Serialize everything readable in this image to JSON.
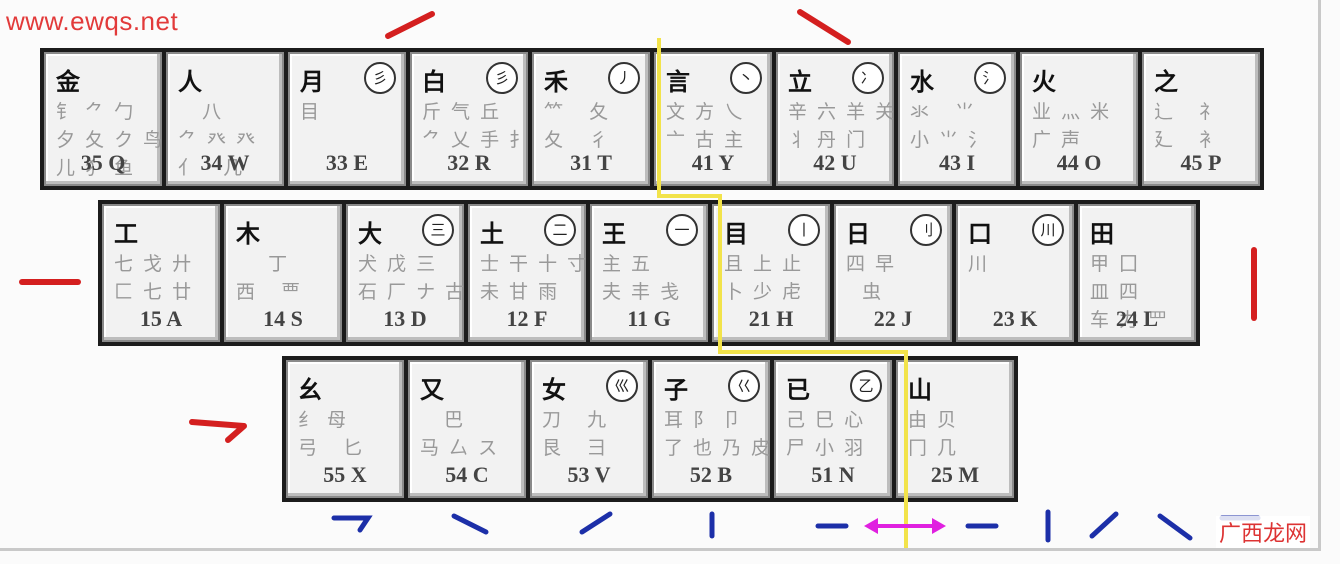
{
  "watermark": "www.ewqs.net",
  "logo": "广西龙网",
  "colors": {
    "zone_divider": "#f2e34a",
    "stroke_mark_red": "#d41f1f",
    "stroke_mark_blue": "#1c2fa8",
    "arrow_magenta": "#e020e0"
  },
  "rows": [
    {
      "keys": [
        {
          "id": "q",
          "main": "金",
          "aux": "钅 ⺈ 勹\n夕 夂 ク 鸟\n儿 犭 鱼",
          "stroke": "",
          "code": "35 Q"
        },
        {
          "id": "w",
          "main": "人",
          "aux": "   八\n⺈ 癶 癶\n亻   几",
          "stroke": "",
          "code": "34 W"
        },
        {
          "id": "e",
          "main": "月",
          "aux": "目 ",
          "stroke": "彡",
          "code": "33 E"
        },
        {
          "id": "r",
          "main": "白",
          "aux": "斤 气 丘\n⺈ 乂 手 扌",
          "stroke": "彡",
          "code": "32 R"
        },
        {
          "id": "t",
          "main": "禾",
          "aux": "⺮   夂\n夂   彳",
          "stroke": "丿",
          "code": "31 T"
        },
        {
          "id": "y",
          "main": "言",
          "aux": "文 方 乀\n亠 古 主",
          "stroke": "丶",
          "code": "41 Y"
        },
        {
          "id": "u",
          "main": "立",
          "aux": "辛 六 羊 关\n丬 丹 门",
          "stroke": "冫",
          "code": "42 U"
        },
        {
          "id": "i",
          "main": "水",
          "aux": "氺   ⺌\n小 ⺌ 氵",
          "stroke": "氵",
          "code": "43 I"
        },
        {
          "id": "o",
          "main": "火",
          "aux": "业 灬 米\n广 声",
          "stroke": "",
          "code": "44 O"
        },
        {
          "id": "p",
          "main": "之",
          "aux": "辶   礻\n廴   衤",
          "stroke": "",
          "code": "45 P"
        }
      ]
    },
    {
      "keys": [
        {
          "id": "a",
          "main": "工",
          "aux": "七 戈 廾\n匚 七 廿",
          "stroke": "",
          "code": "15 A"
        },
        {
          "id": "s",
          "main": "木",
          "aux": "    丁\n西   覀",
          "stroke": "",
          "code": "14 S"
        },
        {
          "id": "d",
          "main": "大",
          "aux": "犬 戊 三\n石 厂 ナ 古",
          "stroke": "三",
          "code": "13 D"
        },
        {
          "id": "f",
          "main": "土",
          "aux": "士 干 十 寸\n未 甘 雨",
          "stroke": "二",
          "code": "12 F"
        },
        {
          "id": "g",
          "main": "王",
          "aux": "主 五\n夫 丰 戋",
          "stroke": "一",
          "code": "11 G"
        },
        {
          "id": "h",
          "main": "目",
          "aux": "且 上 止\n卜 少 虍",
          "stroke": "丨",
          "code": "21 H"
        },
        {
          "id": "j",
          "main": "日",
          "aux": "四 早\n  虫",
          "stroke": "刂",
          "code": "22 J"
        },
        {
          "id": "k",
          "main": "口",
          "aux": "川",
          "stroke": "川",
          "code": "23 K"
        },
        {
          "id": "l",
          "main": "田",
          "aux": "甲 囗\n皿 四\n车 力 罒",
          "stroke": "",
          "code": "24 L"
        }
      ]
    },
    {
      "keys": [
        {
          "id": "x",
          "main": "幺",
          "aux": "纟 母\n弓   匕",
          "stroke": "",
          "code": "55 X"
        },
        {
          "id": "c",
          "main": "又",
          "aux": "   巴\n马 厶 ス",
          "stroke": "",
          "code": "54 C"
        },
        {
          "id": "v",
          "main": "女",
          "aux": "刀   九\n艮   彐",
          "stroke": "巛",
          "code": "53 V"
        },
        {
          "id": "b",
          "main": "子",
          "aux": "耳 阝 卩\n了 也 乃 皮",
          "stroke": "巜",
          "code": "52 B"
        },
        {
          "id": "n",
          "main": "已",
          "aux": "己 巳 心\n尸 小 羽",
          "stroke": "乙",
          "code": "51 N"
        },
        {
          "id": "m",
          "main": "山",
          "aux": "由 贝\n冂 几",
          "stroke": "",
          "code": "25 M"
        }
      ]
    }
  ]
}
